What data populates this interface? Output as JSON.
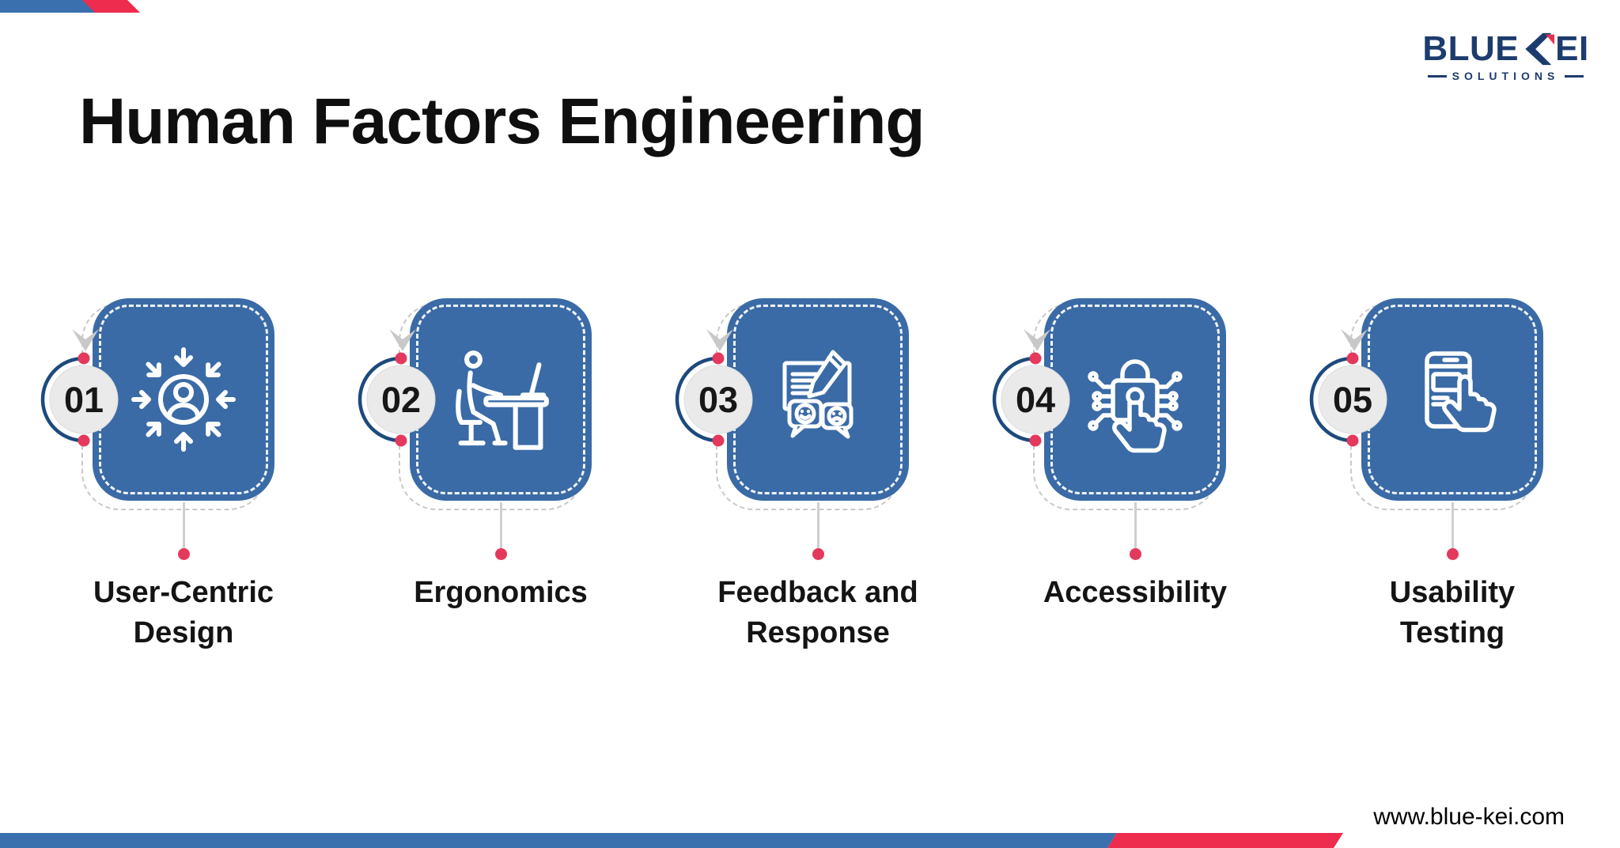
{
  "page": {
    "title": "Human Factors Engineering",
    "website_url": "www.blue-kei.com"
  },
  "logo": {
    "brand_part1": "BLUE",
    "brand_part2": "EI",
    "tagline": "SOLUTIONS"
  },
  "colors": {
    "card_blue": "#3a6ba6",
    "bar_blue": "#3a70ad",
    "bar_red": "#ed2c4e",
    "dot_red": "#e4395c",
    "arc_navy": "#1d4a7d",
    "logo_navy": "#1d3c6e",
    "circle_gray": "#eaeaea"
  },
  "steps": [
    {
      "number": "01",
      "label": "User-Centric Design",
      "icon": "user-centric-design-icon"
    },
    {
      "number": "02",
      "label": "Ergonomics",
      "icon": "ergonomics-icon"
    },
    {
      "number": "03",
      "label": "Feedback and Response",
      "icon": "feedback-response-icon"
    },
    {
      "number": "04",
      "label": "Accessibility",
      "icon": "accessibility-icon"
    },
    {
      "number": "05",
      "label": "Usability Testing",
      "icon": "usability-testing-icon"
    }
  ]
}
